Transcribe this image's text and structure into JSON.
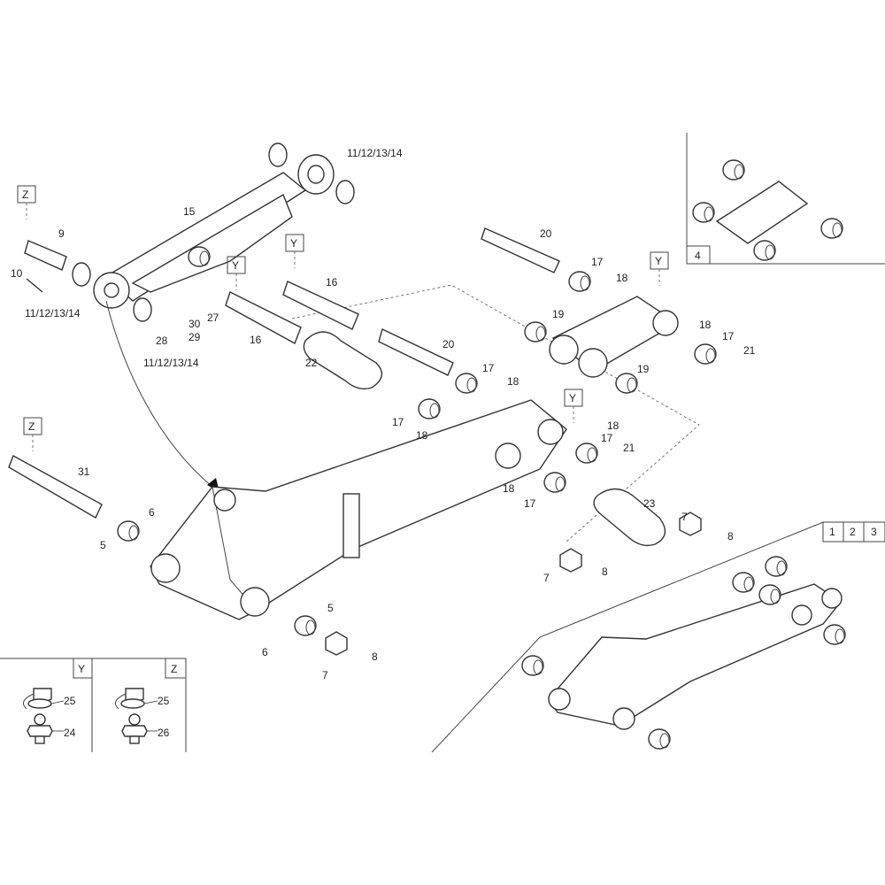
{
  "callouts": [
    "11/12/13/14",
    "11/12/13/14",
    "11/12/13/14",
    "15",
    "9",
    "10",
    "27",
    "30",
    "29",
    "28",
    "16",
    "16",
    "20",
    "17",
    "18",
    "19",
    "20",
    "22",
    "17",
    "18",
    "17",
    "18",
    "18",
    "17",
    "21",
    "18",
    "17",
    "23",
    "18",
    "17",
    "21",
    "19",
    "31",
    "6",
    "5",
    "7",
    "8",
    "7",
    "8",
    "5",
    "6",
    "7",
    "8",
    "4"
  ],
  "ref_boxes": [
    "Y",
    "Y",
    "Y",
    "Y",
    "Z",
    "Z"
  ],
  "detail_y": {
    "tag": "Y",
    "labels": [
      "25",
      "24"
    ]
  },
  "detail_z": {
    "tag": "Z",
    "labels": [
      "25",
      "26"
    ]
  },
  "variant_tabs": [
    "1",
    "2",
    "3"
  ]
}
